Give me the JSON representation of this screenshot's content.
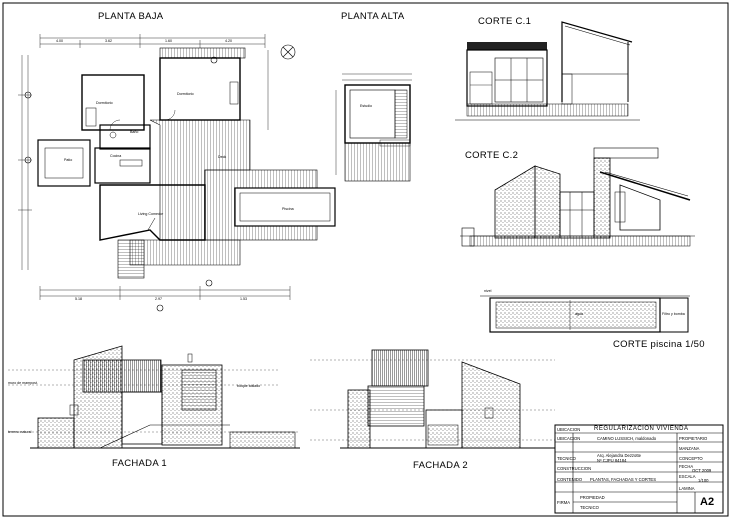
{
  "drawing_titles": {
    "planta_baja": "PLANTA BAJA",
    "planta_alta": "PLANTA ALTA",
    "corte_c1": "CORTE C.1",
    "corte_c2": "CORTE C.2",
    "corte_piscina": "CORTE piscina 1/50",
    "fachada_1": "FACHADA 1",
    "fachada_2": "FACHADA 2"
  },
  "room_labels": {
    "dormitorio_1": "Dormitorio",
    "dormitorio_2": "Dormitorio",
    "bano": "Baño",
    "cocina": "Cocina",
    "patio": "Patio",
    "living": "Living Comedor",
    "deck": "Deck",
    "piscina": "Piscina",
    "estudio": "Estudio",
    "agua": "agua",
    "filtro": "Filtro y bomba"
  },
  "title_block": {
    "title": "REGULARIZACION VIVIENDA",
    "ubicacion_label": "UBICACION",
    "ubicacion_value": "CAMINO LUSSICH, maldonado",
    "propietario_label": "PROPIETARIO",
    "padron_label": "PROPIETARIO",
    "manzana_label": "MANZANA",
    "tecnico_label": "TECNICO",
    "tecnico_value_1": "Arq. Alejandra Dezzotte",
    "tecnico_value_2": "Nº CJPU 84184",
    "construccion_label": "CONSTRUCCION",
    "concepto_label": "CONCEPTO",
    "fecha_label": "FECHA",
    "fecha_value": "OCT 2009",
    "escala_label": "ESCALA",
    "escala_value": "1/100",
    "contenido_label": "CONTENIDO",
    "contenido_value": "PLANTAS, FACHADAS Y CORTES",
    "lamina_label": "LAMINA",
    "lamina_value": "A2",
    "firma_label": "FIRMA",
    "firma_1": "PROPIEDAD",
    "firma_2": "TECNICO"
  },
  "annotations": {
    "muro_1": "muro de mampost.",
    "muro_2": "bloque aislado",
    "terreno": "terreno natural",
    "nivel": "nivel"
  },
  "dimension_values": [
    "4.00",
    "3.62",
    "1.60",
    "4.20",
    "5.18",
    "2.97",
    "1.53"
  ]
}
